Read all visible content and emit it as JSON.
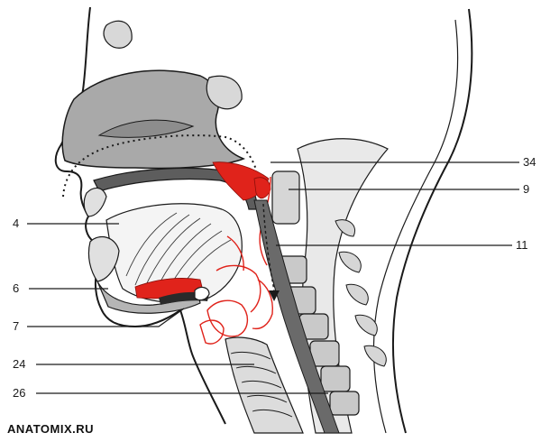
{
  "labels": {
    "l34": "34",
    "l9": "9",
    "l11": "11",
    "l4": "4",
    "l6": "6",
    "l7": "7",
    "l24": "24",
    "l26": "26"
  },
  "watermark": "ANATOMIX.RU",
  "colors": {
    "bone_gray": "#b9b9b9",
    "dark_gray": "#6f6f6f",
    "muscle_red": "#e0231b",
    "outline": "#1a1a1a"
  }
}
